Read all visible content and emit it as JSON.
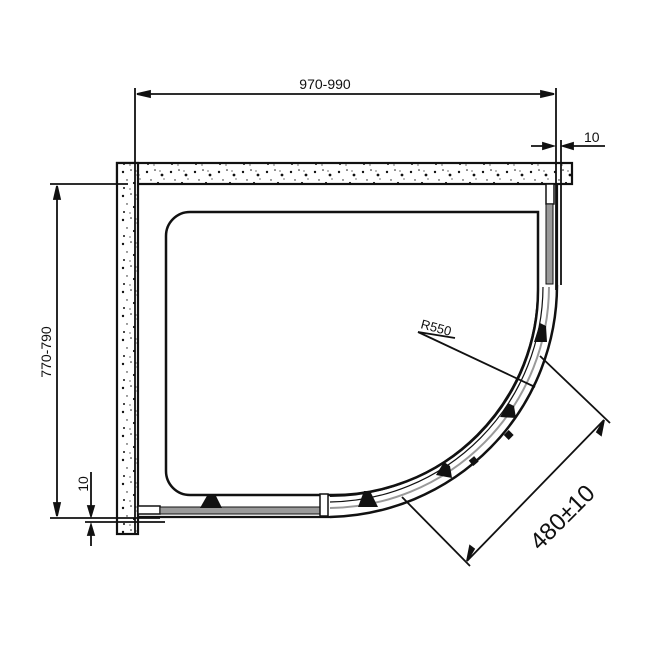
{
  "drawing": {
    "type": "quadrant shower enclosure plan view",
    "dimensions": {
      "width": "970-990",
      "depth": "770-790",
      "wall_adjust_right": "10",
      "wall_adjust_bottom": "10",
      "radius": "R550",
      "diagonal": "480±10"
    },
    "colors": {
      "line": "#111111",
      "background": "#ffffff",
      "glass": "#9a9a9a"
    }
  }
}
